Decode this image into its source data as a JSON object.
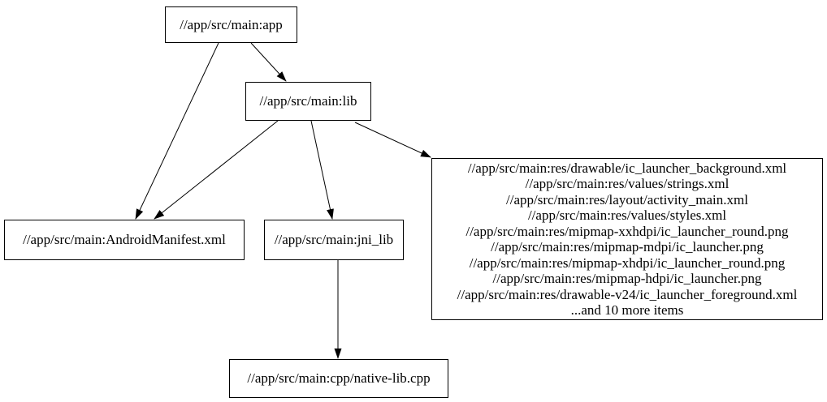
{
  "diagram_type": "dependency-graph",
  "nodes": {
    "app": {
      "label": "//app/src/main:app"
    },
    "lib": {
      "label": "//app/src/main:lib"
    },
    "manifest": {
      "label": "//app/src/main:AndroidManifest.xml"
    },
    "jni_lib": {
      "label": "//app/src/main:jni_lib"
    },
    "resources": {
      "lines": [
        "//app/src/main:res/drawable/ic_launcher_background.xml",
        "//app/src/main:res/values/strings.xml",
        "//app/src/main:res/layout/activity_main.xml",
        "//app/src/main:res/values/styles.xml",
        "//app/src/main:res/mipmap-xxhdpi/ic_launcher_round.png",
        "//app/src/main:res/mipmap-mdpi/ic_launcher.png",
        "//app/src/main:res/mipmap-xhdpi/ic_launcher_round.png",
        "//app/src/main:res/mipmap-hdpi/ic_launcher.png",
        "//app/src/main:res/drawable-v24/ic_launcher_foreground.xml",
        "...and 10 more items"
      ]
    },
    "native_lib": {
      "label": "//app/src/main:cpp/native-lib.cpp"
    }
  },
  "edges": [
    {
      "from": "app",
      "to": "lib"
    },
    {
      "from": "app",
      "to": "manifest"
    },
    {
      "from": "lib",
      "to": "manifest"
    },
    {
      "from": "lib",
      "to": "jni_lib"
    },
    {
      "from": "lib",
      "to": "resources"
    },
    {
      "from": "jni_lib",
      "to": "native_lib"
    }
  ],
  "colors": {
    "background": "#ffffff",
    "node_fill": "#ffffff",
    "node_border": "#000000",
    "edge": "#000000",
    "text": "#000000"
  }
}
